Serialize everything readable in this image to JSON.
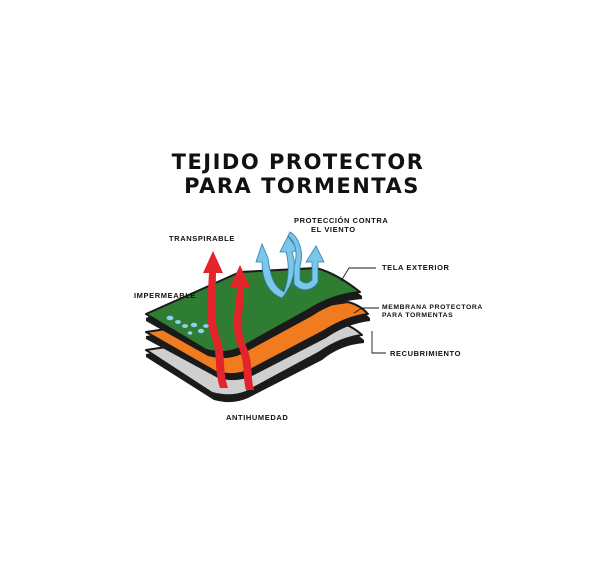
{
  "title": {
    "line1": "TEJIDO PROTECTOR",
    "line2": "PARA TORMENTAS"
  },
  "labels": {
    "transpirable": "TRANSPIRABLE",
    "proteccion_line1": "PROTECCIÓN CONTRA",
    "proteccion_line2": "EL VIENTO",
    "tela_exterior": "TELA EXTERIOR",
    "impermeable": "IMPERMEABLE",
    "membrana_line1": "MEMBRANA PROTECTORA",
    "membrana_line2": "PARA TORMENTAS",
    "recubrimiento": "RECUBRIMIENTO",
    "antihumedad": "ANTIHUMEDAD"
  },
  "colors": {
    "outer_fabric": "#2e7d32",
    "membrane": "#f07c1f",
    "lining": "#cfcfcf",
    "moisture_arrows": "#e3242b",
    "wind_arrows": "#7cc6ea",
    "water_drops": "#8fd0ee",
    "outline": "#1a1a1a"
  }
}
